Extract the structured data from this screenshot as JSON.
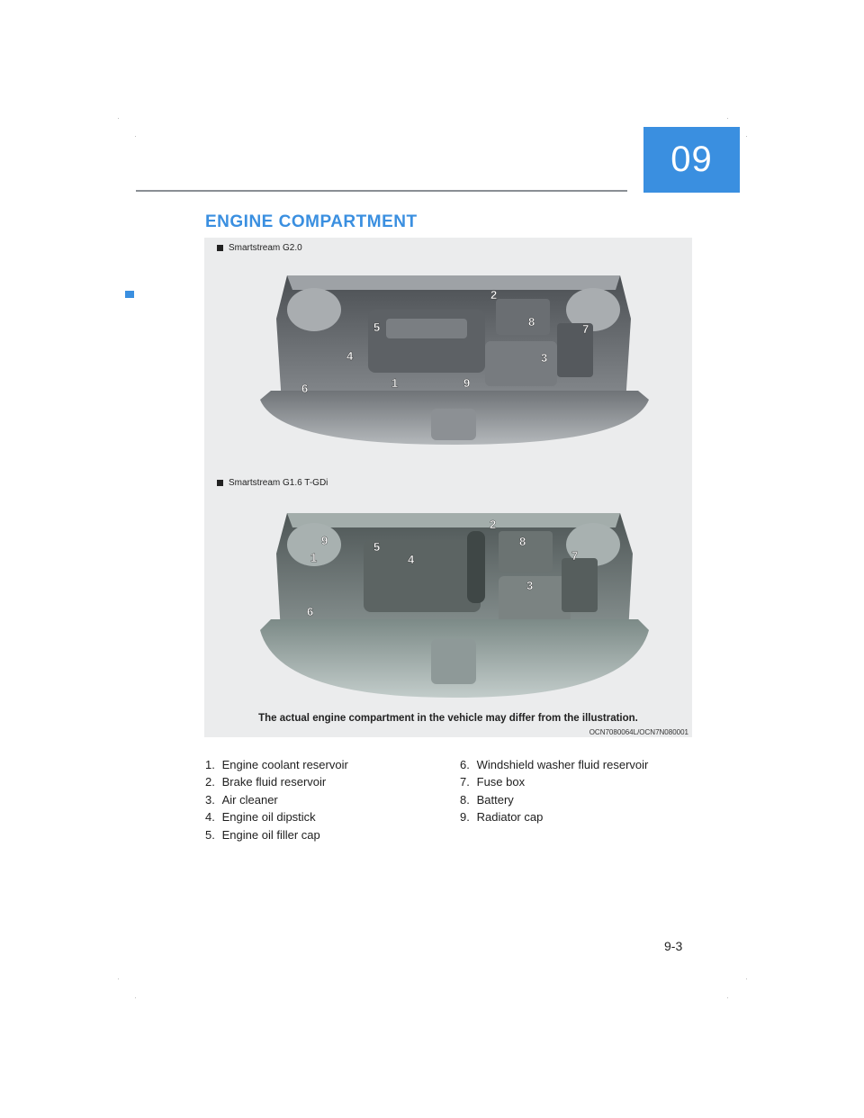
{
  "chapter": "09",
  "section_title": "ENGINE COMPARTMENT",
  "figure": {
    "label_top": "Smartstream G2.0",
    "label_bottom": "Smartstream G1.6 T-GDi",
    "caption": "The actual engine compartment in the vehicle may differ from the illustration.",
    "code": "OCN7080064L/OCN7N080001",
    "callouts_top": [
      "2",
      "8",
      "5",
      "7",
      "4",
      "3",
      "1",
      "9",
      "6"
    ],
    "callouts_bottom": [
      "2",
      "9",
      "5",
      "8",
      "1",
      "4",
      "7",
      "3",
      "6"
    ]
  },
  "items_left": [
    {
      "num": "1.",
      "text": "Engine coolant reservoir"
    },
    {
      "num": "2.",
      "text": "Brake fluid reservoir"
    },
    {
      "num": "3.",
      "text": "Air cleaner"
    },
    {
      "num": "4.",
      "text": "Engine oil dipstick"
    },
    {
      "num": "5.",
      "text": "Engine oil filler cap"
    }
  ],
  "items_right": [
    {
      "num": "6.",
      "text": "Windshield washer fluid reservoir"
    },
    {
      "num": "7.",
      "text": "Fuse box"
    },
    {
      "num": "8.",
      "text": "Battery"
    },
    {
      "num": "9.",
      "text": "Radiator cap"
    }
  ],
  "page_number": "9-3",
  "colors": {
    "accent": "#3a8fe0",
    "figure_bg": "#ebeced"
  }
}
